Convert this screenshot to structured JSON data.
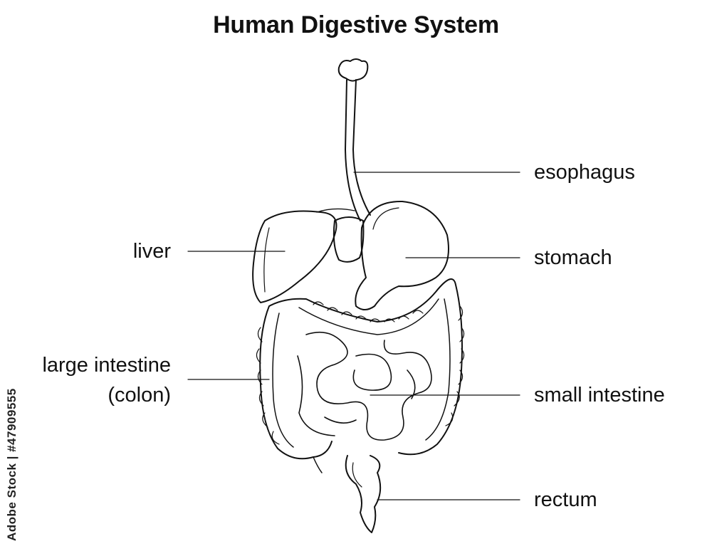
{
  "title": "Human Digestive System",
  "labels": {
    "esophagus": "esophagus",
    "stomach": "stomach",
    "liver": "liver",
    "large_intestine_line1": "large intestine",
    "large_intestine_line2": "(colon)",
    "small_intestine": "small intestine",
    "rectum": "rectum"
  },
  "watermark": "Adobe Stock | #47909555",
  "colors": {
    "ink": "#111111",
    "background": "#ffffff"
  }
}
